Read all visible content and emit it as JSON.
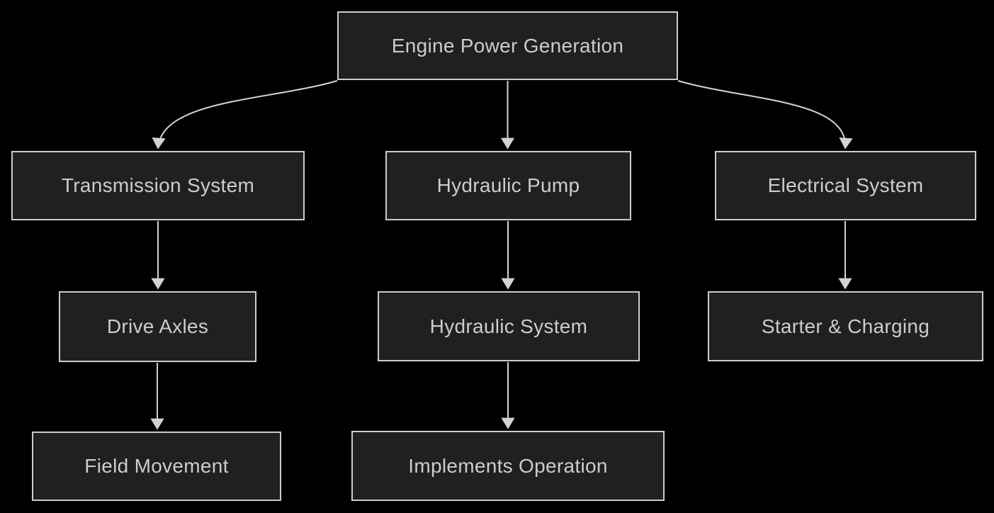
{
  "diagram_type": "flowchart",
  "colors": {
    "background": "#000000",
    "node_fill": "#1f2020",
    "node_border": "#cccccc",
    "node_text": "#cccccc",
    "edge": "#d3d3d3"
  },
  "nodes": {
    "engine": {
      "label": "Engine Power Generation"
    },
    "transmission": {
      "label": "Transmission System"
    },
    "hydraulic_pump": {
      "label": "Hydraulic Pump"
    },
    "electrical": {
      "label": "Electrical System"
    },
    "drive_axles": {
      "label": "Drive Axles"
    },
    "hydraulic_system": {
      "label": "Hydraulic System"
    },
    "starter_charging": {
      "label": "Starter & Charging"
    },
    "field_movement": {
      "label": "Field Movement"
    },
    "implements_operation": {
      "label": "Implements Operation"
    }
  },
  "edges": [
    {
      "from": "Engine Power Generation",
      "to": "Transmission System"
    },
    {
      "from": "Engine Power Generation",
      "to": "Hydraulic Pump"
    },
    {
      "from": "Engine Power Generation",
      "to": "Electrical System"
    },
    {
      "from": "Transmission System",
      "to": "Drive Axles"
    },
    {
      "from": "Hydraulic Pump",
      "to": "Hydraulic System"
    },
    {
      "from": "Electrical System",
      "to": "Starter & Charging"
    },
    {
      "from": "Drive Axles",
      "to": "Field Movement"
    },
    {
      "from": "Hydraulic System",
      "to": "Implements Operation"
    }
  ]
}
